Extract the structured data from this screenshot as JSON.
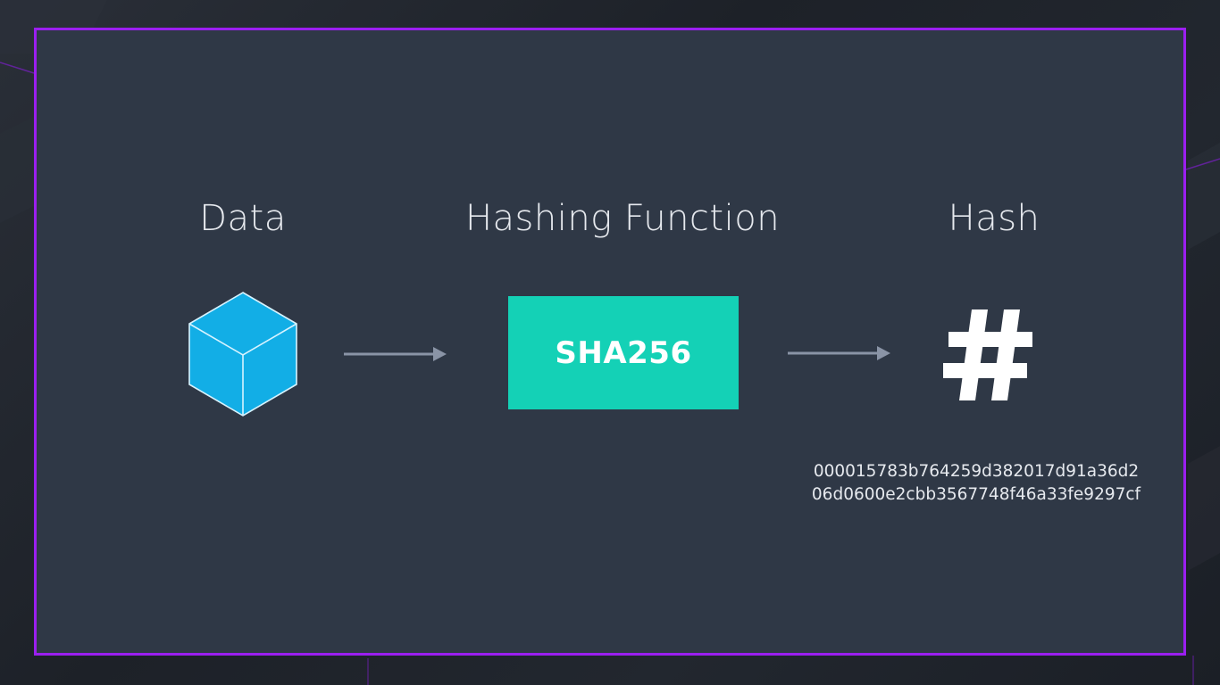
{
  "diagram": {
    "data_label": "Data",
    "function_label": "Hashing Function",
    "hash_label": "Hash",
    "algorithm": "SHA256",
    "hash_value_lines": [
      "000015783b764259d382017d91a36d2",
      "06d0600e2cbb3567748f46a33fe9297cf"
    ]
  },
  "icons": {
    "data": "cube-icon",
    "hash": "hash-icon",
    "flow": "arrow-right-icon"
  },
  "colors": {
    "panel_background": "#2f3846",
    "panel_border": "#9b1ff0",
    "algorithm_box": "#14d1b6",
    "cube": "#12aee6",
    "arrow": "#8a94a6",
    "text": "#e6e9ee"
  }
}
